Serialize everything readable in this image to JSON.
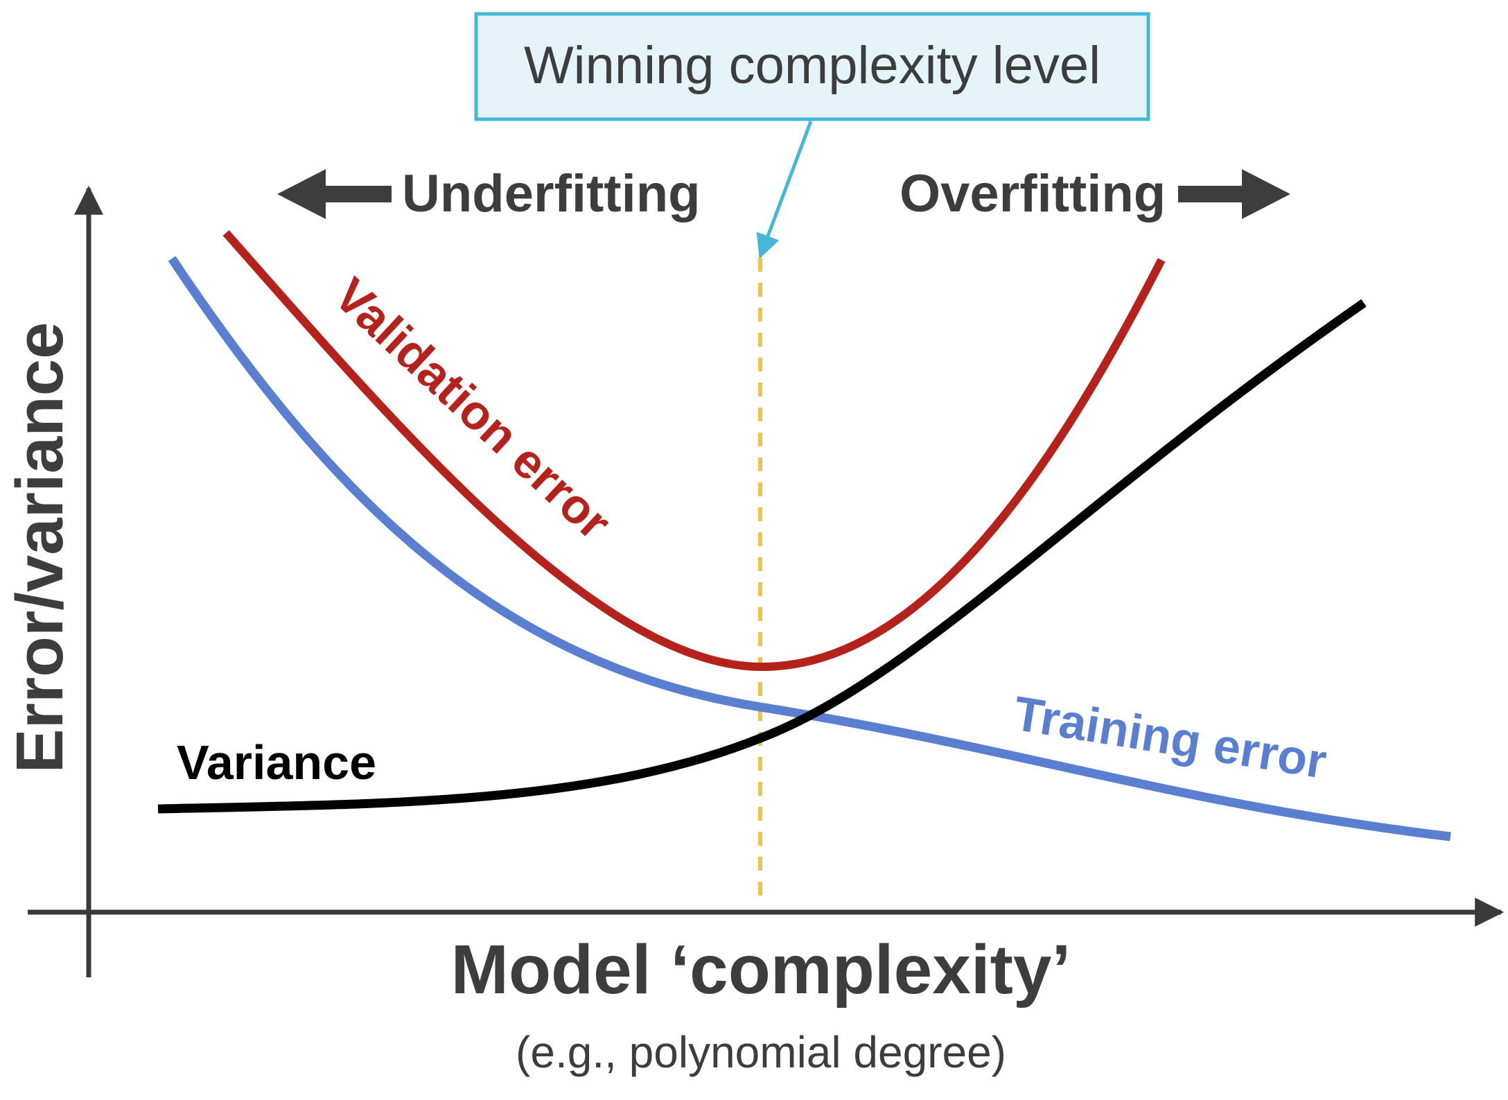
{
  "colors": {
    "axis": "#3a3a3a",
    "validation": "#b5221b",
    "training": "#5b7fd0",
    "variance": "#000000",
    "winning_line": "#f1c24a",
    "callout_border": "#44b7d8",
    "callout_fill": "#e4f4f9",
    "text_dark": "#3d3d3d"
  },
  "callout": {
    "label": "Winning complexity level"
  },
  "regions": {
    "left": "Underfitting",
    "right": "Overfitting"
  },
  "axes": {
    "y_label": "Error/variance",
    "x_label": "Model ‘complexity’",
    "x_sublabel": "(e.g., polynomial degree)"
  },
  "curves": {
    "validation": "Validation error",
    "training": "Training error",
    "variance": "Variance"
  },
  "icons": [
    "arrow-left-icon",
    "arrow-right-icon",
    "callout-pointer-arrow-icon"
  ]
}
